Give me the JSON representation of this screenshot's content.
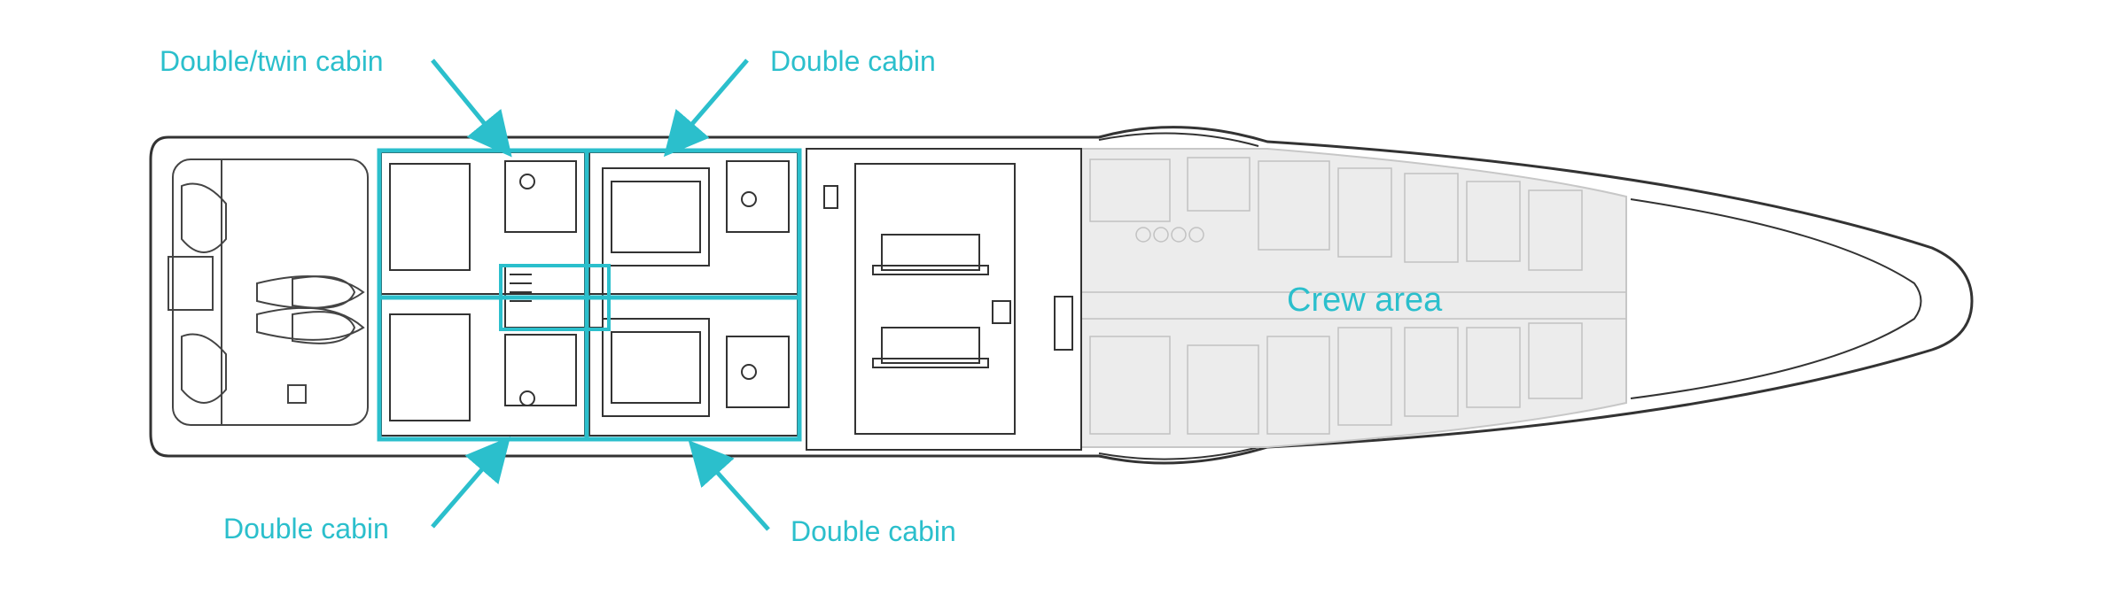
{
  "labels": {
    "top_left": "Double/twin cabin",
    "top_right": "Double cabin",
    "bottom_left": "Double cabin",
    "bottom_right": "Double cabin",
    "crew": "Crew area"
  },
  "colors": {
    "accent": "#2bbfcc",
    "hull_line": "#333333",
    "crew_fill": "#ececec",
    "crew_line": "#bdbdbd"
  }
}
